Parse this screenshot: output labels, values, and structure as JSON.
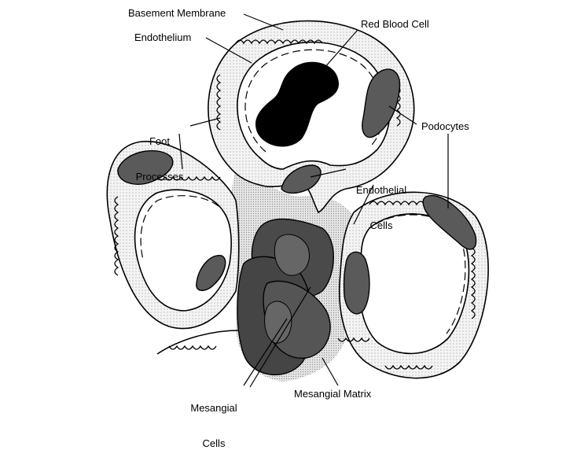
{
  "labels": {
    "basement_membrane": "Basement Membrane",
    "endothelium": "Endothelium",
    "red_blood_cell": "Red Blood Cell",
    "foot_processes_line1": "Foot",
    "foot_processes_line2": "Processes",
    "podocytes": "Podocytes",
    "endothelial_cells_line1": "Endothelial",
    "endothelial_cells_line2": "Cells",
    "mesangial_cells_line1": "Mesangial",
    "mesangial_cells_line2": "Cells",
    "mesangial_matrix": "Mesangial Matrix"
  },
  "colors": {
    "background": "#ffffff",
    "outline": "#000000",
    "cell_fill": "#555555",
    "mesangial_fill": "#4a4a4a",
    "red_blood_cell": "#000000",
    "matrix_fill": "#dedede",
    "membrane_fill": "#f2f2f2"
  }
}
